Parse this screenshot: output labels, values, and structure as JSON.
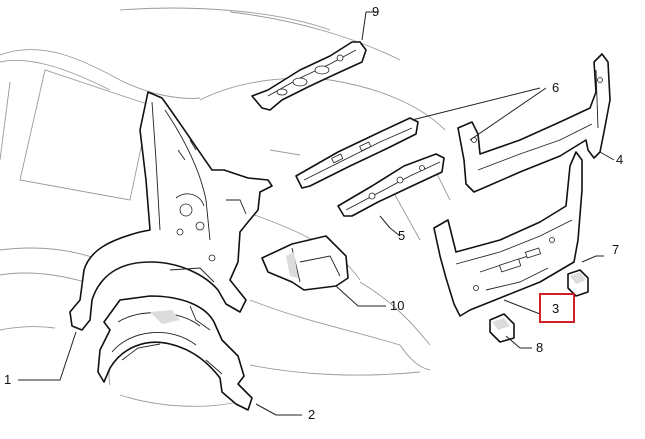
{
  "callouts": [
    {
      "id": "1",
      "label": "1"
    },
    {
      "id": "2",
      "label": "2"
    },
    {
      "id": "3",
      "label": "3",
      "highlighted": true
    },
    {
      "id": "4",
      "label": "4"
    },
    {
      "id": "5",
      "label": "5"
    },
    {
      "id": "6",
      "label": "6"
    },
    {
      "id": "7",
      "label": "7"
    },
    {
      "id": "8",
      "label": "8"
    },
    {
      "id": "9",
      "label": "9"
    },
    {
      "id": "10",
      "label": "10"
    }
  ],
  "colors": {
    "highlight": "#d21f26",
    "line": "#111111",
    "background_lines": "#9a9a9a",
    "shade": "#dcdcdc"
  }
}
